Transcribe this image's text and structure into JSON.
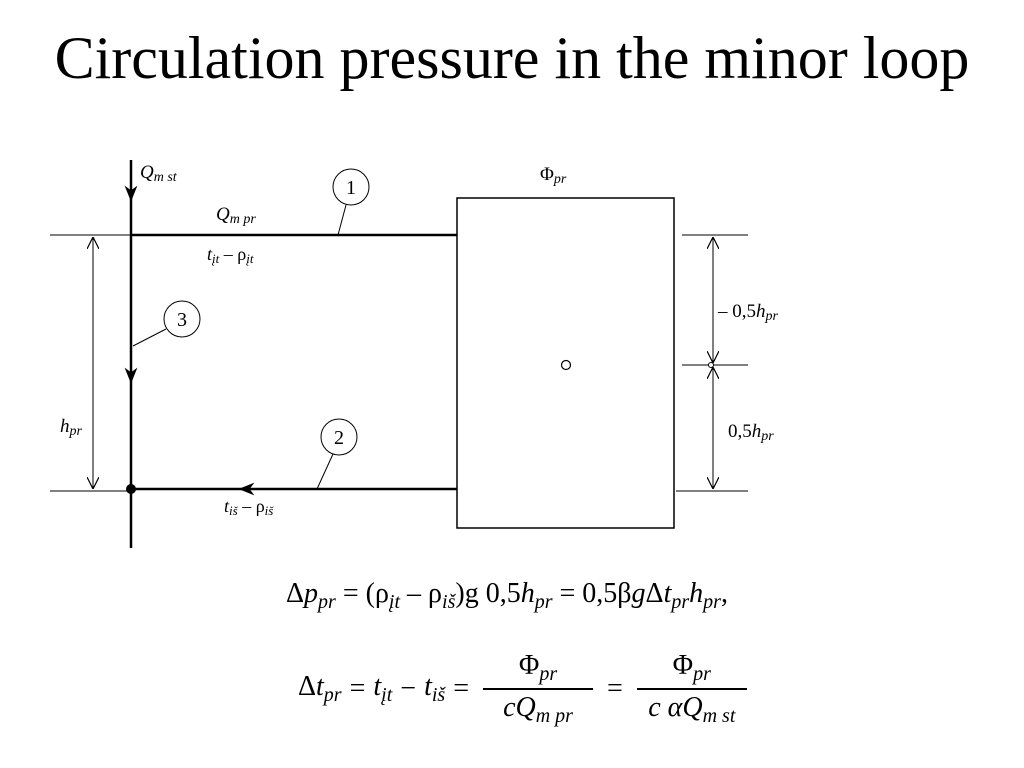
{
  "title": "Circulation pressure in the minor loop",
  "labels": {
    "q_m_st": {
      "main": "Q",
      "sub": "m st"
    },
    "q_m_pr": {
      "main": "Q",
      "sub": "m pr"
    },
    "t_upper": {
      "t": "t",
      "t_sub": "įt",
      "dash": " – ",
      "rho": "ρ",
      "rho_sub": "įt"
    },
    "t_lower": {
      "t": "t",
      "t_sub": "iš",
      "dash": " – ",
      "rho": "ρ",
      "rho_sub": "iš"
    },
    "phi_pr": {
      "main": "Φ",
      "sub": "pr"
    },
    "h_pr": {
      "main": "h",
      "sub": "pr"
    },
    "half_h_top": {
      "prefix": "– 0,5",
      "main": "h",
      "sub": "pr"
    },
    "half_h_bottom": {
      "prefix": "0,5",
      "main": "h",
      "sub": "pr"
    },
    "callout_1": "1",
    "callout_2": "2",
    "callout_3": "3"
  },
  "formulas": {
    "f1": {
      "delta": "Δ",
      "p": "p",
      "p_sub": "pr",
      "eq1": " = (",
      "rho1": "ρ",
      "rho1_sub": "įt",
      "minus": " – ",
      "rho2": "ρ",
      "rho2_sub": "iš",
      "close": ")g 0,5",
      "h": "h",
      "h_sub": "pr",
      "eq2": " = 0,5β",
      "g": "g",
      "dt": "Δ",
      "t": "t",
      "t_sub": "pr",
      "h2": "h",
      "h2_sub": "pr",
      "end": ","
    },
    "f2": {
      "delta": "Δ",
      "t": "t",
      "t_sub": "pr",
      "eq1": "=",
      "t1": "t",
      "t1_sub": "įt",
      "minus": "−",
      "t2": "t",
      "t2_sub": "iš",
      "eq2": "=",
      "eq3": "=",
      "frac1_num": "Φ",
      "frac1_num_sub": "pr",
      "frac1_den_c": "c",
      "frac1_den_q": "Q",
      "frac1_den_sub": "m pr",
      "frac2_num": "Φ",
      "frac2_num_sub": "pr",
      "frac2_den_c": "c αQ",
      "frac2_den_sub": "m st"
    }
  }
}
